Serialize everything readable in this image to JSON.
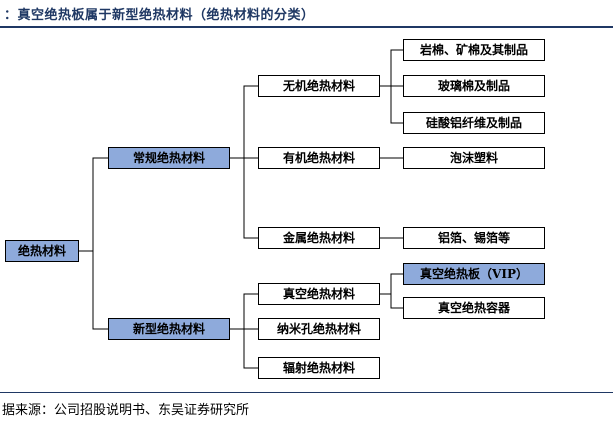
{
  "title": "：真空绝热板属于新型绝热材料（绝热材料的分类）",
  "source": "据来源：公司招股说明书、东吴证券研究所",
  "colors": {
    "title_color": "#1f3864",
    "highlight_fill": "#8eaadb",
    "node_border": "#000000",
    "line_color": "#000000"
  },
  "nodes": {
    "root": {
      "label": "绝热材料",
      "highlighted": true
    },
    "conventional": {
      "label": "常规绝热材料",
      "highlighted": true
    },
    "new_type": {
      "label": "新型绝热材料",
      "highlighted": true
    },
    "inorganic": {
      "label": "无机绝热材料",
      "highlighted": false
    },
    "organic": {
      "label": "有机绝热材料",
      "highlighted": false
    },
    "metal": {
      "label": "金属绝热材料",
      "highlighted": false
    },
    "vacuum": {
      "label": "真空绝热材料",
      "highlighted": false
    },
    "nano": {
      "label": "纳米孔绝热材料",
      "highlighted": false
    },
    "radiation": {
      "label": "辐射绝热材料",
      "highlighted": false
    },
    "rock_wool": {
      "label": "岩棉、矿棉及其制品",
      "highlighted": false
    },
    "glass_wool": {
      "label": "玻璃棉及制品",
      "highlighted": false
    },
    "al_silicate": {
      "label": "硅酸铝纤维及制品",
      "highlighted": false
    },
    "foam": {
      "label": "泡沫塑料",
      "highlighted": false
    },
    "foil": {
      "label": "铝箔、锡箔等",
      "highlighted": false
    },
    "vip": {
      "label": "真空绝热板（VIP）",
      "highlighted": true
    },
    "vessel": {
      "label": "真空绝热容器",
      "highlighted": false
    }
  }
}
